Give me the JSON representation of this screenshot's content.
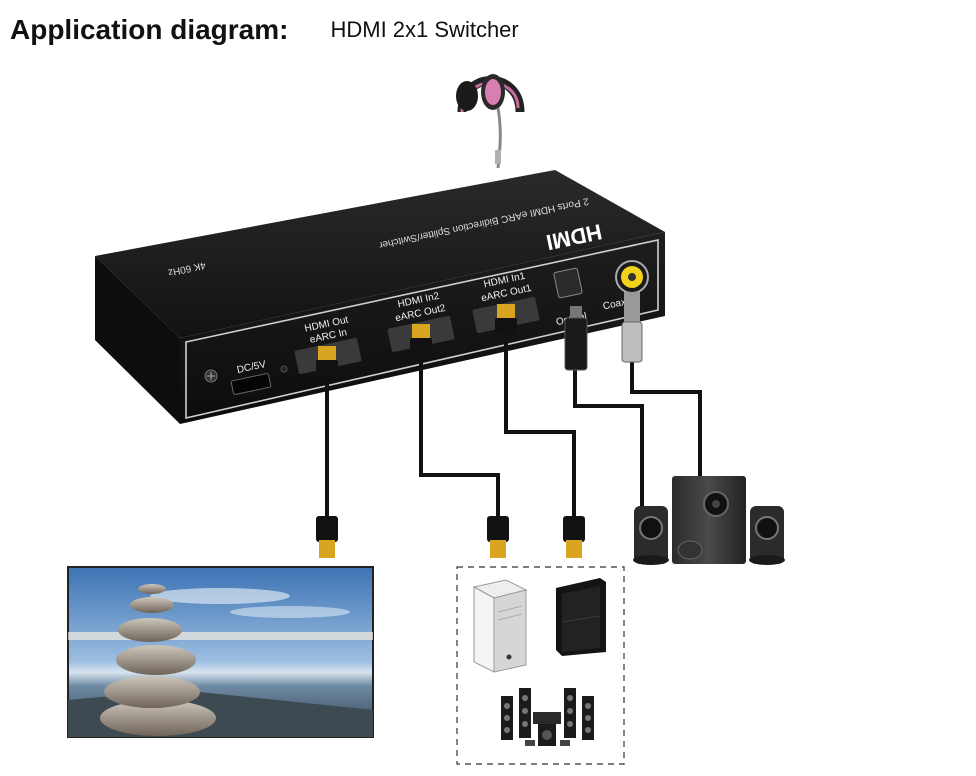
{
  "header": {
    "title": "Application diagram:",
    "subtitle": "HDMI 2x1 Switcher"
  },
  "device": {
    "name": "2 Ports HDMI eARC Bidirection Splitter/Switcher",
    "logo": "HDMI",
    "spec": "4K 60Hz"
  },
  "ports": {
    "dc": "DC/5V",
    "hdmi_out_line1": "HDMI Out",
    "hdmi_out_line2": "eARC In",
    "hdmi_in2_line1": "HDMI In2",
    "hdmi_in2_line2": "eARC Out2",
    "hdmi_in1_line1": "HDMI In1",
    "hdmi_in1_line2": "eARC Out1",
    "optical": "Optical",
    "coaxial": "Coaxial"
  },
  "colors": {
    "device_body": "#1a1a1a",
    "cable": "#111111",
    "gold": "#d9a520",
    "coax_yellow": "#f2d21a"
  },
  "icons": {
    "headphones": "headphones-icon",
    "tv": "tv-display-icon",
    "pc": "pc-tower-icon",
    "console": "game-console-icon",
    "speakers": "speaker-system-icon",
    "home_theater": "home-theater-icon"
  }
}
